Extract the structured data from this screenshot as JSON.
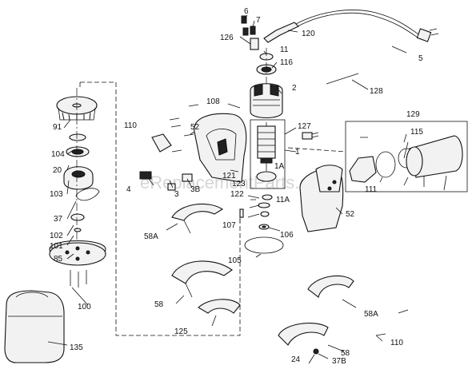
{
  "watermark": "eReplacementParts.com",
  "labels": [
    "6",
    "7",
    "126",
    "120",
    "11",
    "116",
    "5",
    "2",
    "128",
    "108",
    "110",
    "1",
    "127",
    "129",
    "115",
    "91",
    "104",
    "20",
    "103",
    "37",
    "102",
    "101",
    "85",
    "100",
    "135",
    "52",
    "3B",
    "4",
    "3",
    "121",
    "1A",
    "123",
    "122",
    "11A",
    "107",
    "58A",
    "106",
    "105",
    "58",
    "125",
    "24",
    "37B"
  ]
}
